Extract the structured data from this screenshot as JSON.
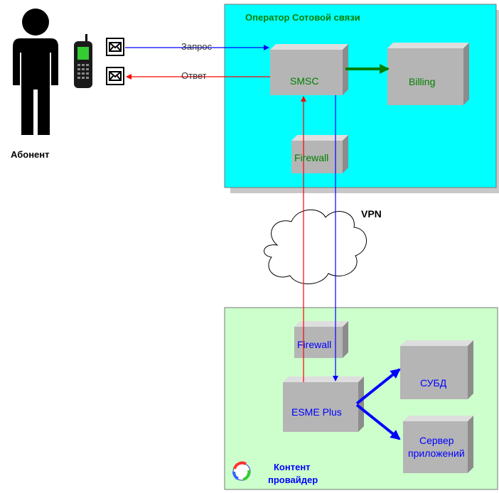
{
  "subscriber": {
    "label": "Абонент"
  },
  "messages": {
    "request": "Запрос",
    "response": "Ответ"
  },
  "operator": {
    "title": "Оператор Сотовой связи",
    "smsc": "SMSC",
    "billing": "Billing",
    "firewall": "Firewall"
  },
  "vpn": {
    "label": "VPN"
  },
  "provider": {
    "title_line1": "Контент",
    "title_line2": "провайдер",
    "firewall": "Firewall",
    "esme": "ESME Plus",
    "dbms": "СУБД",
    "app_server_line1": "Сервер",
    "app_server_line2": "приложений"
  },
  "colors": {
    "operator_bg": "#00ffff",
    "provider_bg": "#ccffcc",
    "request_line": "#0000ff",
    "response_line": "#ff0000",
    "operator_text": "#008000",
    "provider_text": "#0000ff"
  }
}
